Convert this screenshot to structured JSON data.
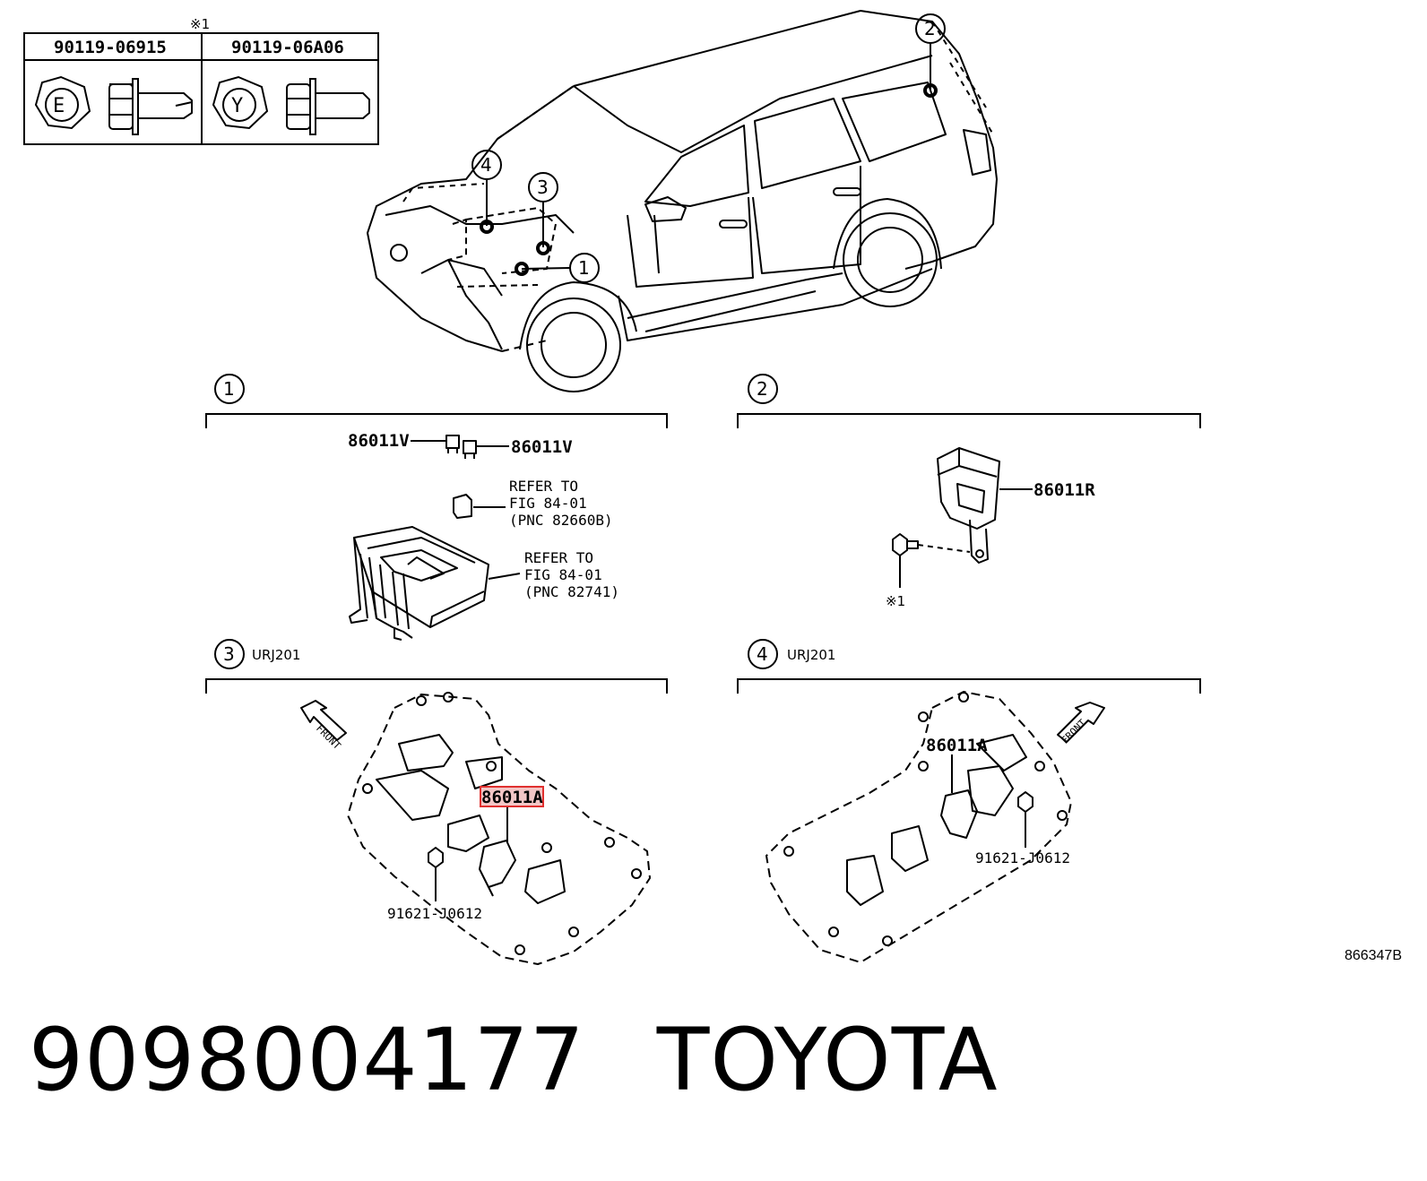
{
  "legend": {
    "note_mark": "※1",
    "columns": [
      {
        "part": "90119-06915",
        "letter": "E"
      },
      {
        "part": "90119-06A06",
        "letter": "Y"
      }
    ]
  },
  "callouts": [
    "1",
    "2",
    "3",
    "4"
  ],
  "sections": [
    {
      "num": "1",
      "variant": "",
      "labels": {
        "left": "86011V",
        "right": "86011V",
        "ref1": [
          "REFER TO",
          "FIG 84-01",
          "(PNC 82660B)"
        ],
        "ref2": [
          "REFER TO",
          "FIG 84-01",
          "(PNC 82741)"
        ]
      }
    },
    {
      "num": "2",
      "variant": "",
      "labels": {
        "part": "86011R",
        "note": "※1"
      }
    },
    {
      "num": "3",
      "variant": "URJ201",
      "labels": {
        "front": "FRONT",
        "part": "86011A",
        "bolt": "91621-J0612"
      }
    },
    {
      "num": "4",
      "variant": "URJ201",
      "labels": {
        "front": "FRONT",
        "part": "86011A",
        "bolt": "91621-J0612"
      }
    }
  ],
  "figure_code": "866347B",
  "footer": {
    "part_number": "9098004177",
    "brand": "TOYOTA"
  },
  "colors": {
    "highlight_fill": "#f3c6c6",
    "highlight_border": "#e0302f"
  }
}
